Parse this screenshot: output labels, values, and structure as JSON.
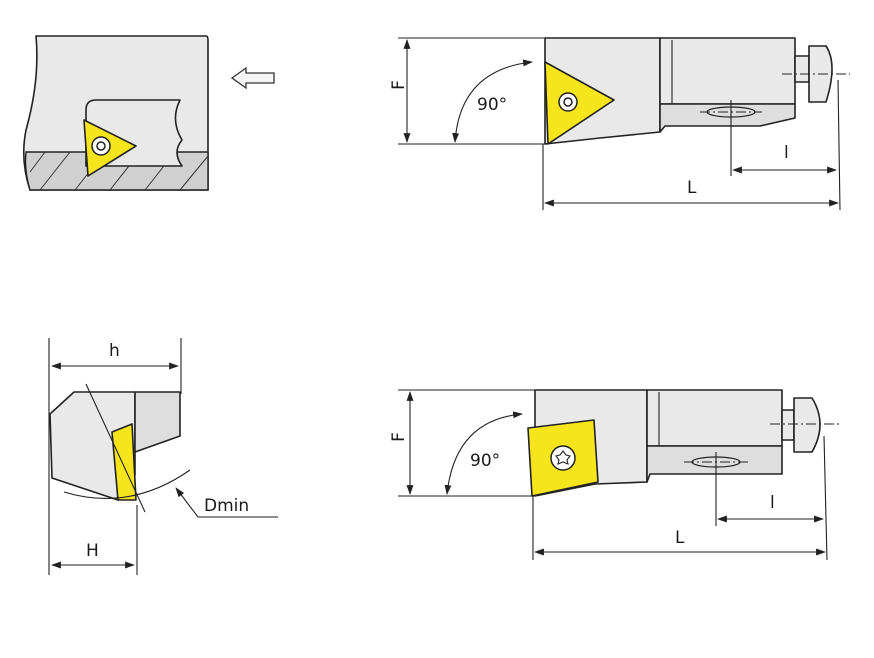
{
  "labels": {
    "angle_top": "90°",
    "angle_bottom": "90°",
    "F_top": "F",
    "F_bottom": "F",
    "l_top": "l",
    "l_bottom": "l",
    "L_top": "L",
    "L_bottom": "L",
    "h": "h",
    "H": "H",
    "dmin": "Dmin"
  },
  "colors": {
    "insert": "#f7e51c",
    "body": "#e9e9e9",
    "outline": "#222222"
  },
  "icons": {
    "arrow": "left-arrow-icon"
  }
}
